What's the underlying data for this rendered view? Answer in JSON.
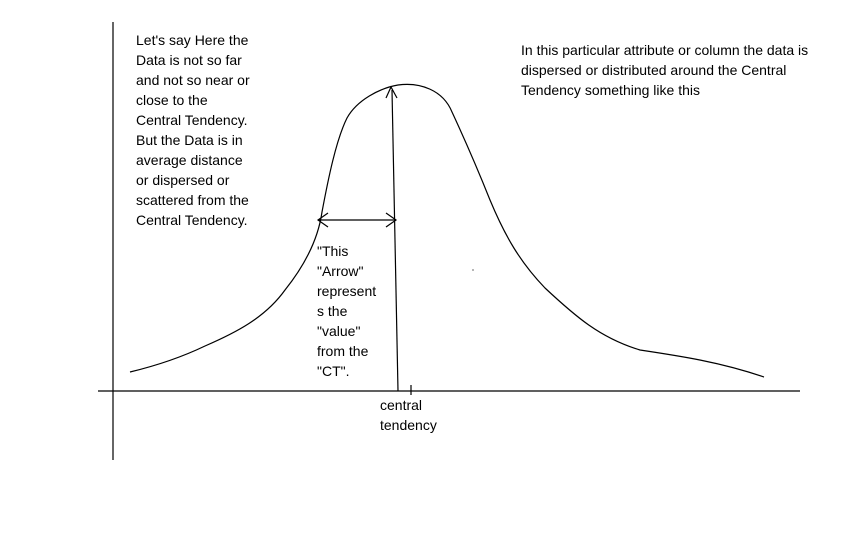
{
  "annotations": {
    "left_note": "Let's say Here the\nData is not so far\nand not so near or\nclose to the\nCentral Tendency.\nBut the Data is in\naverage distance\nor dispersed or\nscattered from the\nCentral Tendency.",
    "right_note": "In this particular attribute or column the data is\ndispersed or distributed around the Central\nTendency something like this",
    "arrow_note": "\"This\n\"Arrow\"\nrepresent\ns the\n\"value\"\nfrom the\n\"CT\".",
    "axis_label": "central\ntendency"
  },
  "colors": {
    "ink": "#000000",
    "background": "#ffffff"
  }
}
